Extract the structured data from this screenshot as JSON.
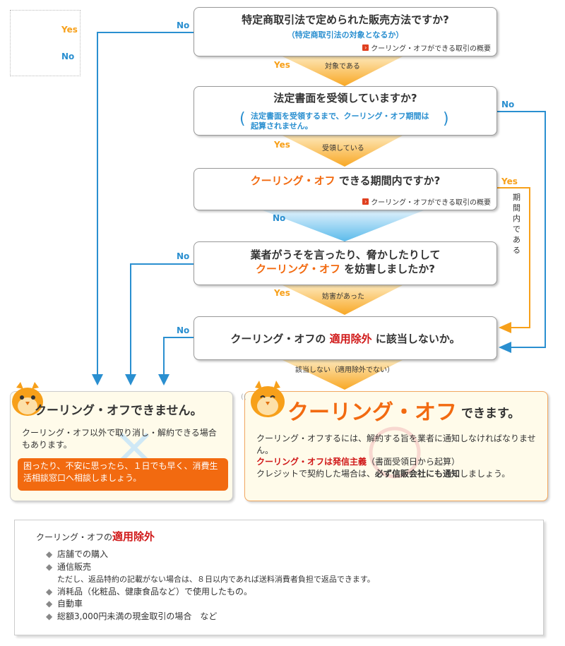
{
  "legend": {
    "yes": "Yes",
    "no": "No"
  },
  "q1": {
    "title": "特定商取引法で定められた販売方法ですか?",
    "sub": "（特定商取引法の対象となるか）",
    "link": "クーリング・オフができる取引の概要"
  },
  "q2": {
    "title": "法定書面を受領していますか?",
    "sub_line1": "法定書面を受領するまで、クーリング・オフ期間は",
    "sub_line2": "起算されません。"
  },
  "q3": {
    "title_orange": "クーリング・オフ",
    "title_rest": "できる期間内ですか?",
    "link": "クーリング・オフができる取引の概要"
  },
  "q4": {
    "line1": "業者がうそを言ったり、脅かしたりして",
    "line2_orange": "クーリング・オフ",
    "line2_rest": "を妨害しましたか?"
  },
  "q5": {
    "pre": "クーリング・オフの",
    "red": "適用除外",
    "post": "に該当しないか。"
  },
  "labels": {
    "yes": "Yes",
    "no": "No",
    "f1": "対象である",
    "f2": "受領している",
    "f4": "妨害があった",
    "f5": "該当しない（適用除外でない）",
    "vertical": "期間内である"
  },
  "result_no": {
    "title": "クーリング・オフできません。",
    "body": "クーリング・オフ以外で取り消し・解約できる場合もあります。",
    "advice": "困ったり、不安に思ったら、１日でも早く、消費生活相談窓口へ相談しましょう。"
  },
  "result_yes": {
    "title_big": "クーリング・オフ",
    "title_small": "できます。",
    "body1": "クーリング・オフするには、解約する旨を業者に通知しなければなりません。",
    "body2_bold": "クーリング・オフは発信主義",
    "body2_rest": "（書面受領日から起算）",
    "body3_pre": "クレジットで契約した場合は、",
    "body3_bold": "必ず信販会社にも通知",
    "body3_post": "しましょう。"
  },
  "exclusions": {
    "title_pre": "クーリング・オフの",
    "title_red": "適用除外",
    "items": [
      "店舗での購入",
      "通信販売",
      "消耗品（化粧品、健康食品など）で使用したもの。",
      "自動車",
      "総額3,000円未満の現金取引の場合　など"
    ],
    "note": "ただし、返品特約の記載がない場合は、８日以内であれば送料消費者負担で返品できます。"
  },
  "colors": {
    "yes": "#f7a01a",
    "no": "#2a8fd0",
    "accent": "#f26a10",
    "red": "#d01818"
  }
}
